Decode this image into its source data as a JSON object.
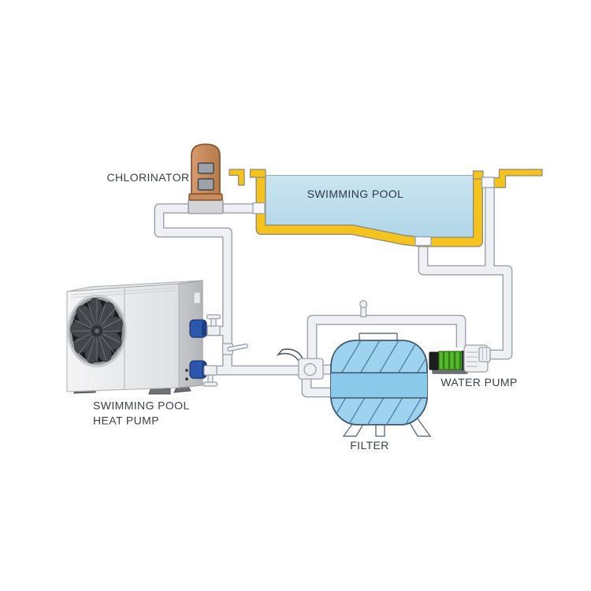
{
  "diagram": {
    "type": "schematic",
    "subject": "Swimming pool heat pump installation diagram",
    "components": [
      {
        "id": "chlorinator",
        "label": "CHLORINATOR"
      },
      {
        "id": "swimming-pool",
        "label": "SWIMMING POOL"
      },
      {
        "id": "heat-pump",
        "label": "SWIMMING POOL HEAT PUMP"
      },
      {
        "id": "filter",
        "label": "FILTER"
      },
      {
        "id": "water-pump",
        "label": "WATER PUMP"
      }
    ],
    "labels": {
      "chlorinator": "CHLORINATOR",
      "pool": "SWIMMING POOL",
      "heat_pump_line1": "SWIMMING POOL",
      "heat_pump_line2": "HEAT PUMP",
      "filter": "FILTER",
      "water_pump": "WATER PUMP"
    }
  },
  "colors": {
    "pool_yellow": "#F5C31D",
    "pool_yellow_outline": "#8D8876",
    "pool_water": "#BCDDEC",
    "filter_blue": "#9ED3F0",
    "filter_band_blue": "#8BC9EB",
    "filter_outline": "#3E566E",
    "pipe_fill": "#EEF0F4",
    "pipe_outline": "#9BA1AB",
    "pump_green": "#55B82F",
    "connector_blue": "#2B57AC",
    "chlorinator_tan": "#C98C5E",
    "chlorinator_outline": "#7E4E2A",
    "label_text": "#3A3F47"
  }
}
